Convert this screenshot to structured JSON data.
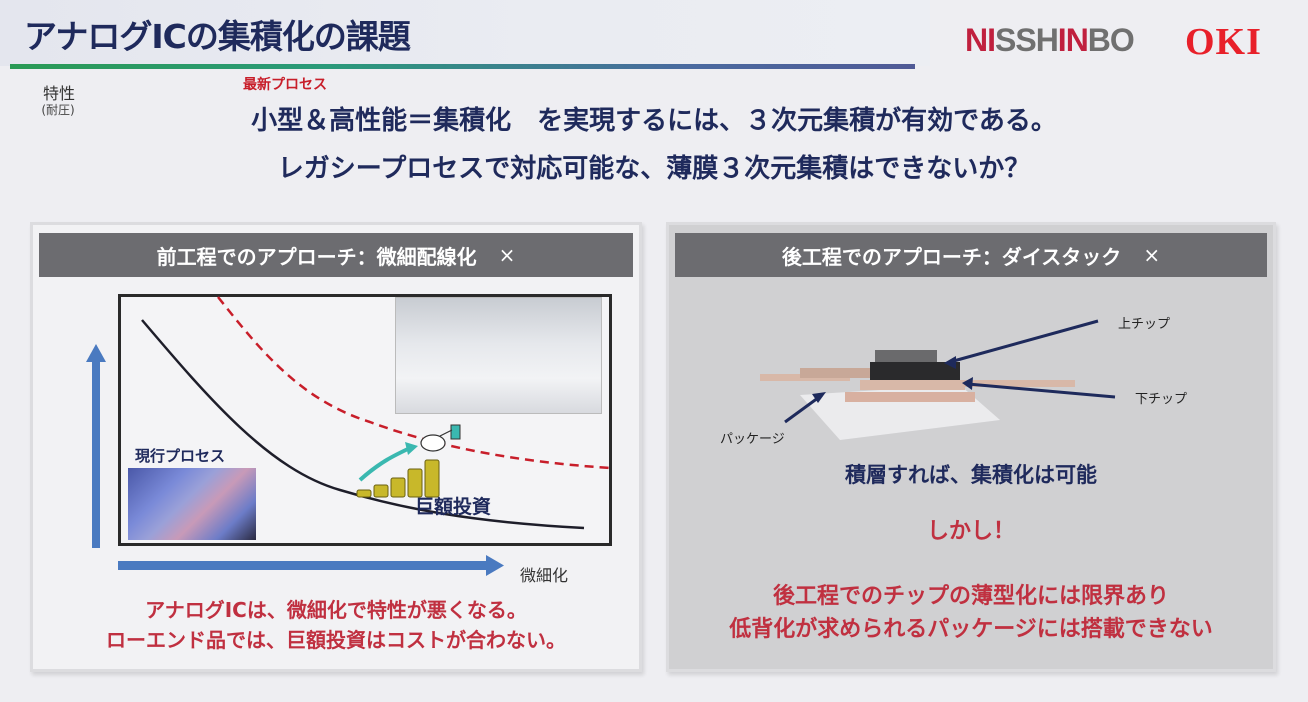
{
  "header": {
    "title": "アナログICの集積化の課題",
    "logos": {
      "nisshinbo": {
        "parts": [
          "N",
          "I",
          "SSH",
          "I",
          "N",
          "BO"
        ],
        "text": "NISSHINBO"
      },
      "oki": {
        "text": "OKI"
      }
    },
    "colors": {
      "title": "#1f2a5c",
      "rule_start": "#2a9a55",
      "rule_end": "#505a96",
      "nisshinbo_red": "#c0203e",
      "oki_red": "#e8202a"
    }
  },
  "lead": {
    "line1": "小型＆高性能＝集積化　を実現するには、３次元集積が有効である。",
    "line2": "レガシープロセスで対応可能な、薄膜３次元集積はできないか？"
  },
  "left_panel": {
    "header": "前工程でのアプローチ：微細配線化",
    "mark": "×",
    "chart": {
      "y_label": "特性",
      "y_sublabel": "(耐圧)",
      "x_label": "微細化",
      "series_latest_label": "最新プロセス",
      "series_current_label": "現行プロセス",
      "investment_label": "巨額投資",
      "photo_fab": "cleanroom-photo",
      "photo_wafer": "wafer-photo",
      "icon_coins": "coin-stack-icon",
      "icon_hand": "hand-coin-icon"
    },
    "caption": {
      "line1": "アナログICは、微細化で特性が悪くなる。",
      "line2": "ローエンド品では、巨額投資はコストが合わない。"
    }
  },
  "right_panel": {
    "header": "後工程でのアプローチ：ダイスタック",
    "mark": "×",
    "diagram": {
      "label_top_chip": "上チップ",
      "label_bottom_chip": "下チップ",
      "label_package": "パッケージ"
    },
    "text_stack": "積層すれば、集積化は可能",
    "text_however": "しかし！",
    "text_limit1": "後工程でのチップの薄型化には限界あり",
    "text_limit2": "低背化が求められるパッケージには搭載できない"
  }
}
